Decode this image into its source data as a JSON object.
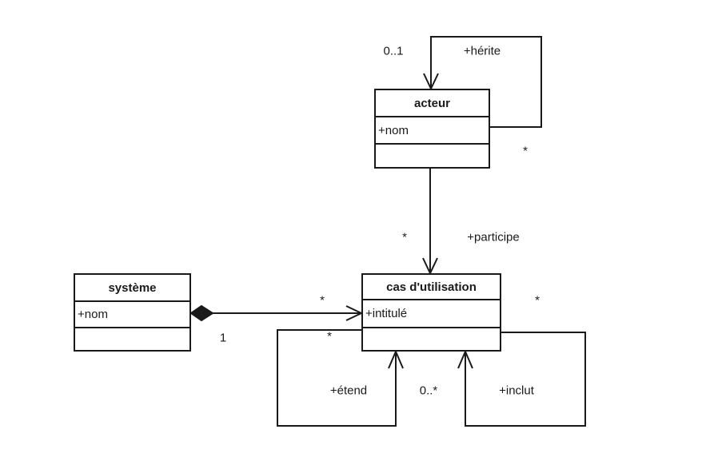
{
  "classes": {
    "acteur": {
      "name": "acteur",
      "attribute": "+nom"
    },
    "systeme": {
      "name": "système",
      "attribute": "+nom"
    },
    "cas_utilisation": {
      "name": "cas d'utilisation",
      "attribute": "+intitulé"
    }
  },
  "associations": {
    "herite": {
      "label": "+hérite",
      "source_mult": "0..1",
      "target_mult": "*"
    },
    "participe": {
      "label": "+participe",
      "actor_mult": "*"
    },
    "composition": {
      "system_mult": "1",
      "cas_mult": "*"
    },
    "etend": {
      "label": "+étend",
      "mult": "*"
    },
    "inclut": {
      "label": "+inclut",
      "mult": "*"
    },
    "etend_inclut": {
      "shared_mult": "0..*"
    }
  },
  "colors": {
    "line": "#1a1a1a",
    "background": "#ffffff"
  }
}
